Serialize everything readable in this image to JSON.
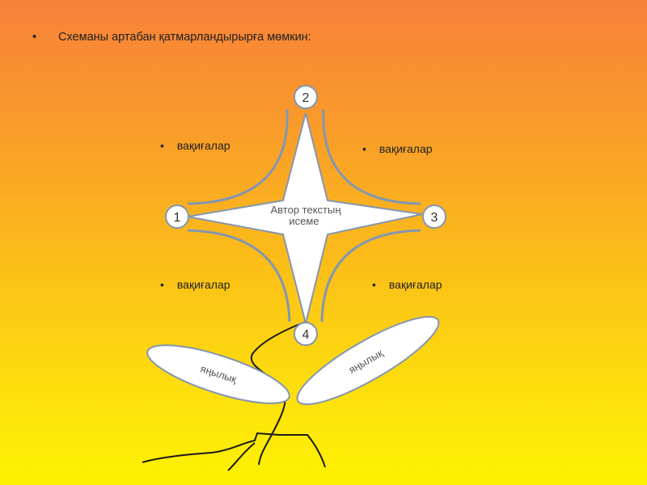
{
  "heading": {
    "bullet": "•",
    "text": "Схеманы артабан қатмарландырырға мөмкин:"
  },
  "events": [
    {
      "bullet": "•",
      "label": "вақиғалар"
    },
    {
      "bullet": "•",
      "label": "вақиғалар"
    },
    {
      "bullet": "•",
      "label": "вақиғалар"
    },
    {
      "bullet": "•",
      "label": "вақиғалар"
    }
  ],
  "nodes": [
    "1",
    "2",
    "3",
    "4"
  ],
  "center": {
    "line1": "Автор текстың",
    "line2": "исеме"
  },
  "leaves": [
    "яңылық",
    "яңылық"
  ],
  "colors": {
    "outline": "#8496b0",
    "node_fill": "#ffffff",
    "stem": "#1a1a1a"
  }
}
